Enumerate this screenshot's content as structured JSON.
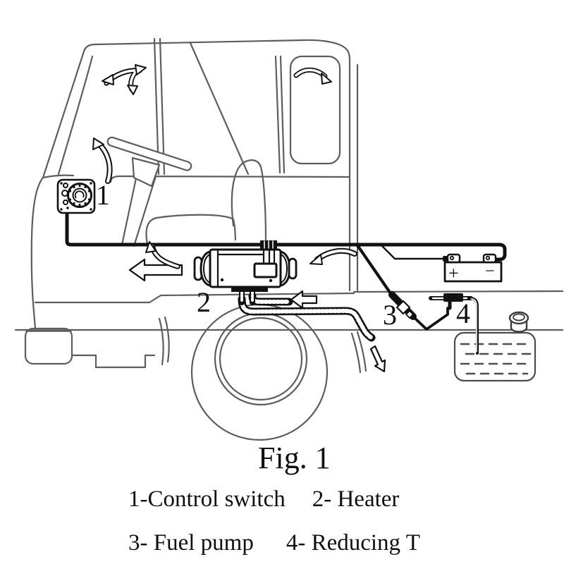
{
  "figure": {
    "caption": "Fig. 1",
    "legend_rows": [
      {
        "left": "1-Control switch",
        "right": "2- Heater"
      },
      {
        "left": "3- Fuel pump",
        "right": "4- Reducing T"
      }
    ]
  },
  "callouts": {
    "control_switch": "1",
    "heater": "2",
    "fuel_pump": "3",
    "reducing_t": "4"
  },
  "battery": {
    "positive_label": "+",
    "negative_label": "−"
  },
  "colors": {
    "ink": "#111111",
    "body_line": "#5d5d5d",
    "background": "#ffffff"
  }
}
